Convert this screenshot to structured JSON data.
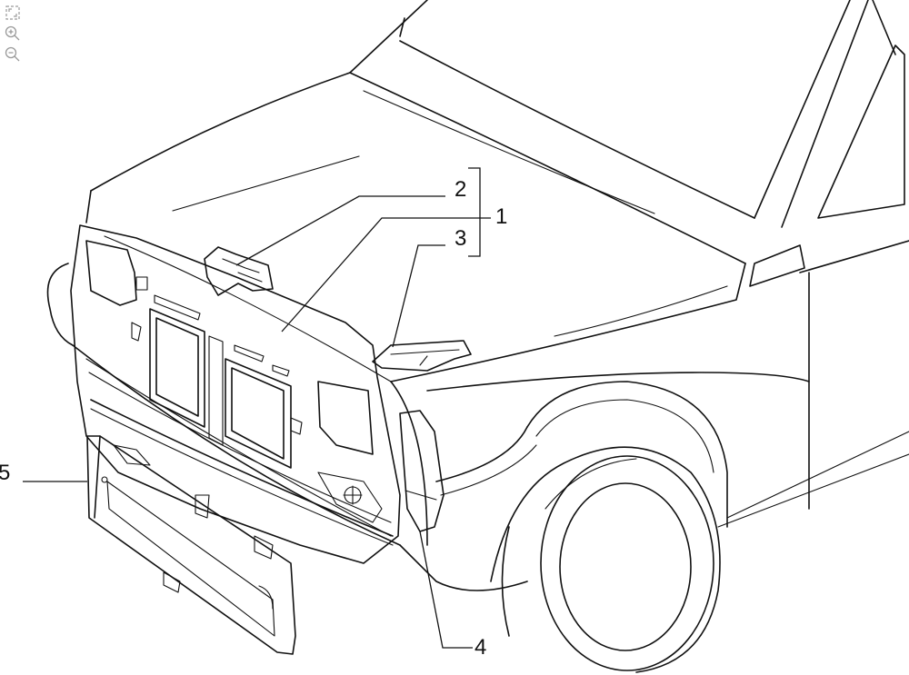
{
  "viewer": {
    "controls": [
      {
        "name": "fit-to-screen",
        "icon": "fit-screen-icon"
      },
      {
        "name": "zoom-in",
        "icon": "zoom-in-icon"
      },
      {
        "name": "zoom-out",
        "icon": "zoom-out-icon"
      }
    ]
  },
  "callouts": {
    "c1": "1",
    "c2": "2",
    "c3": "3",
    "c4": "4",
    "c5": "5"
  },
  "colors": {
    "line": "#111111",
    "background": "#ffffff",
    "ui_icon": "#9a9a9a"
  }
}
